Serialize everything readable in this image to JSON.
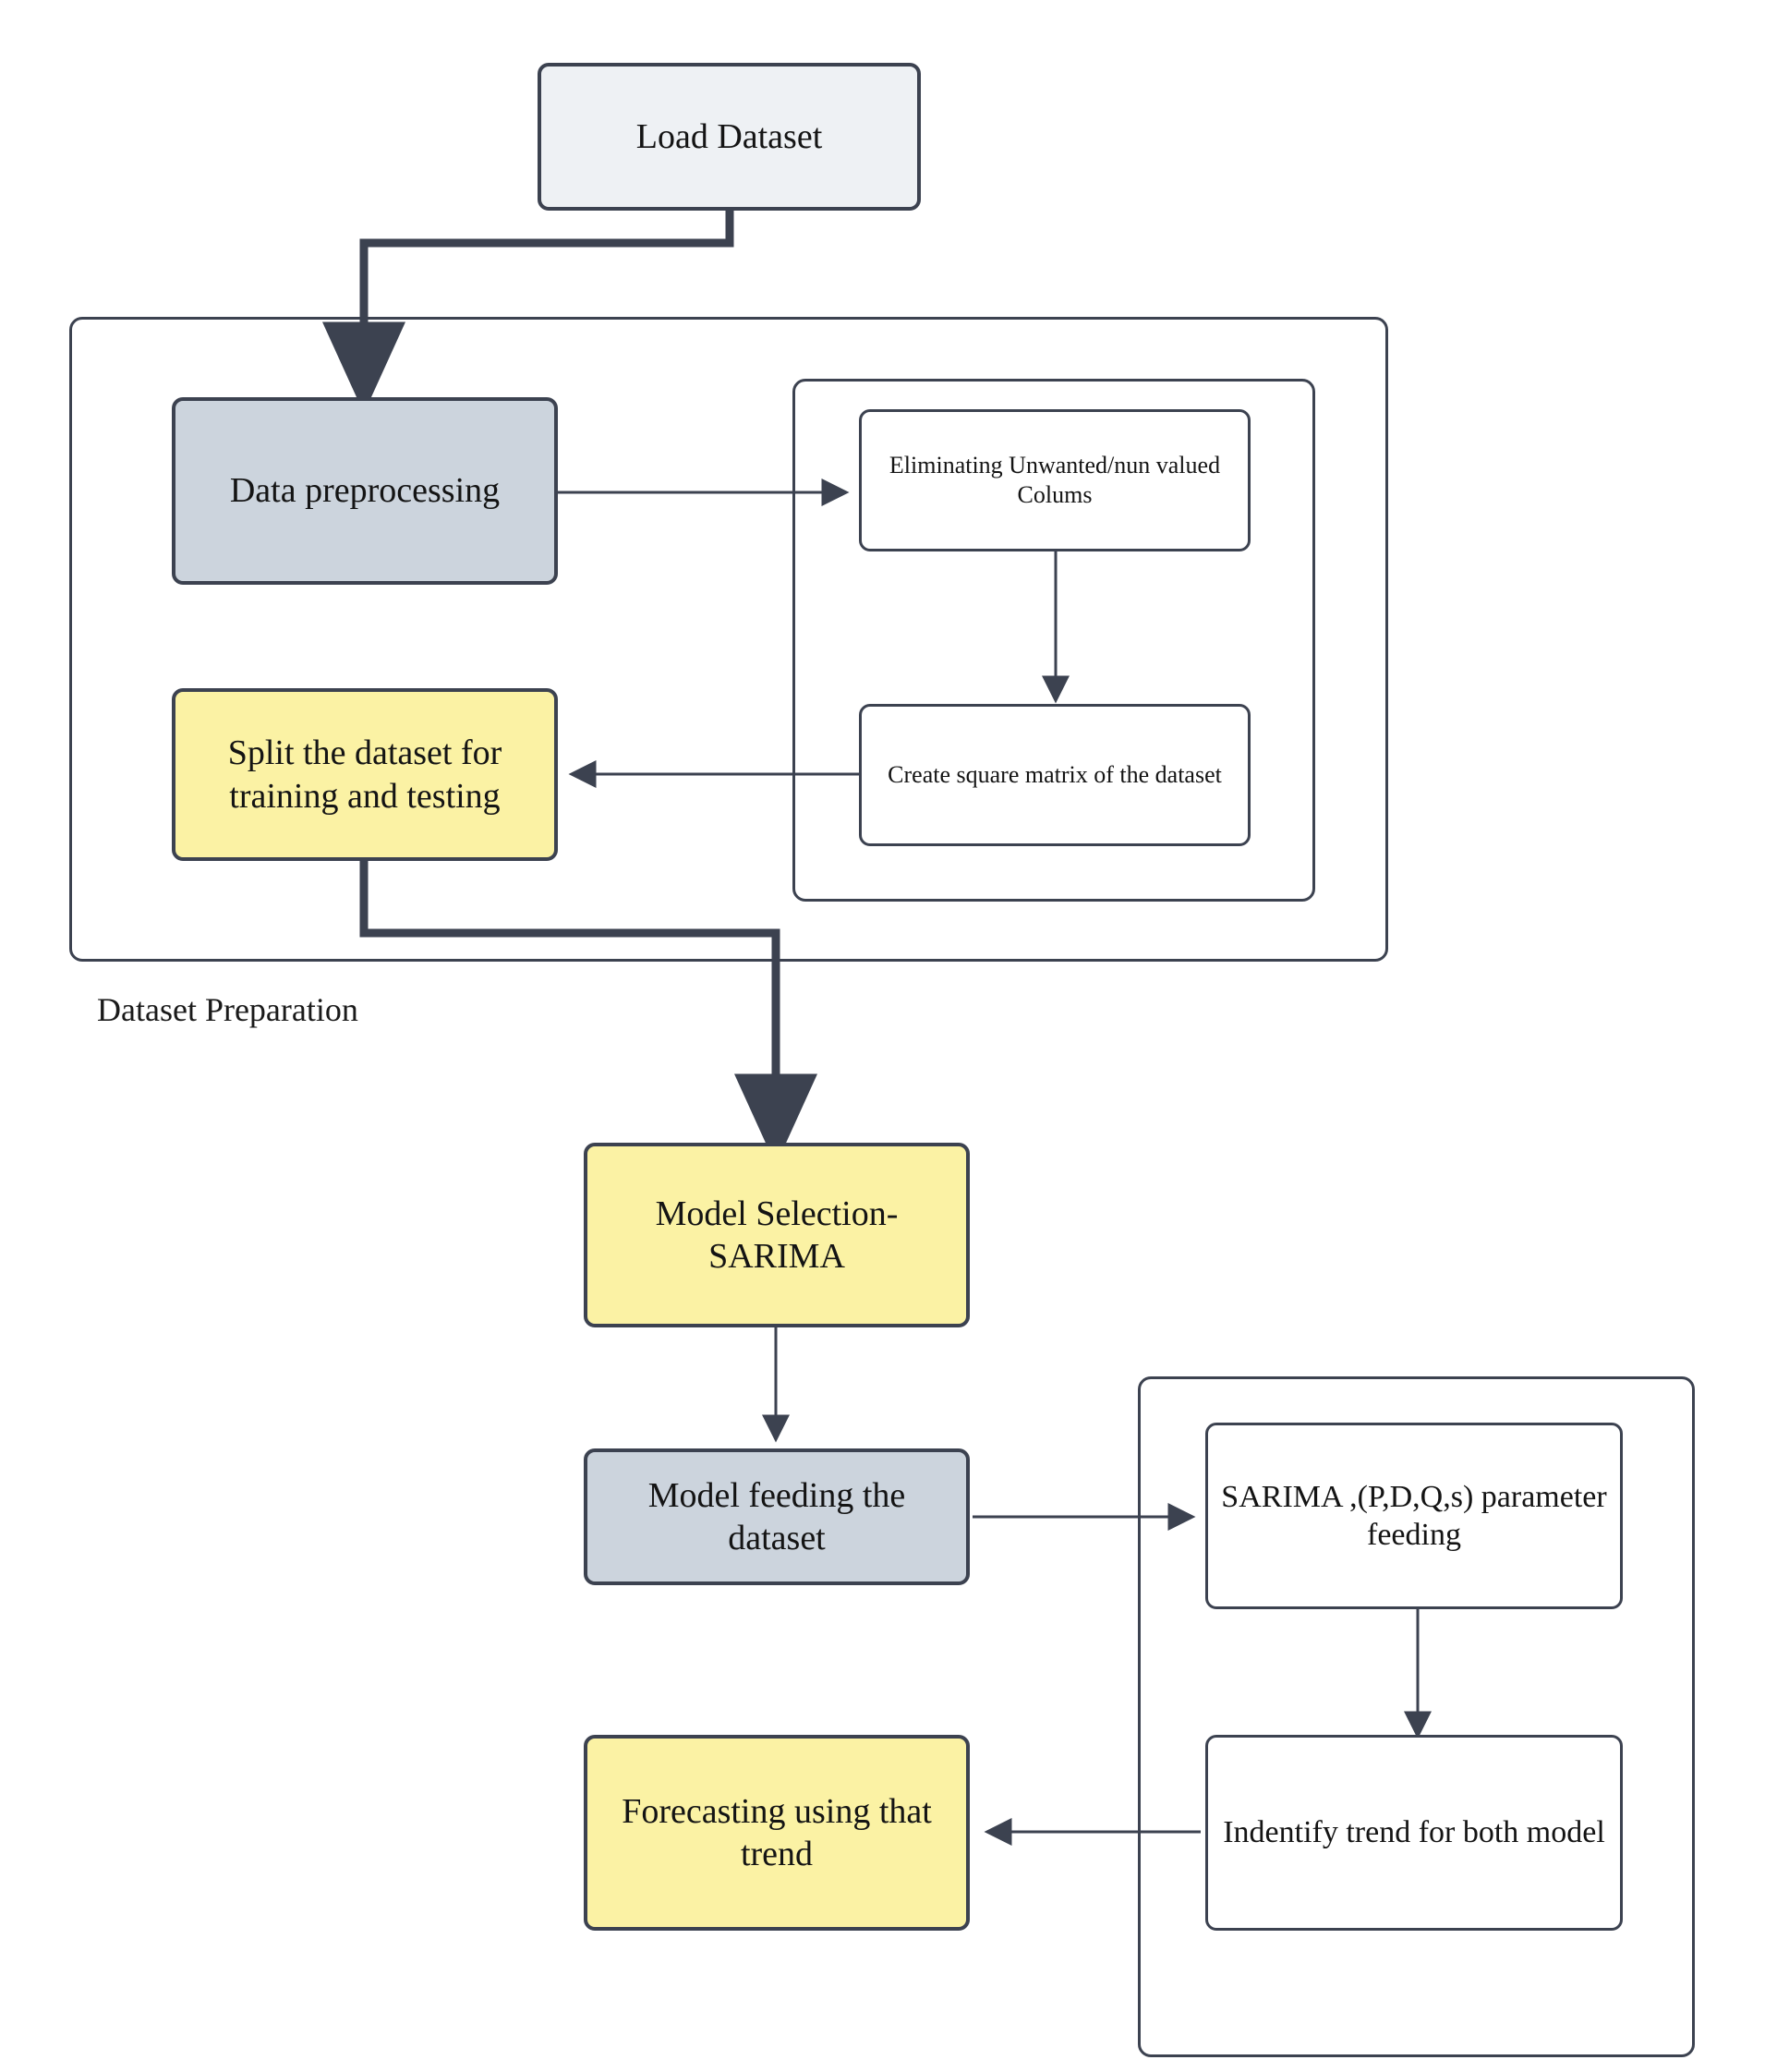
{
  "diagram": {
    "title_label": "Dataset Preparation",
    "colors": {
      "border": "#3c4250",
      "edge": "#3c4250",
      "node_grey": "#eef1f4",
      "node_blue": "#ccd4dd",
      "node_yellow": "#fbf2a4",
      "node_white": "#ffffff",
      "text": "#141414"
    },
    "nodes": {
      "load_dataset": "Load Dataset",
      "data_preprocessing": "Data preprocessing",
      "eliminating_columns": "Eliminating Unwanted/nun valued Colums",
      "create_square_matrix": "Create square matrix of the dataset",
      "split_dataset": "Split the dataset for training and testing",
      "model_selection": "Model Selection-SARIMA",
      "model_feeding": "Model feeding the dataset",
      "sarima_parameters": "SARIMA ,(P,D,Q,s) parameter feeding",
      "identify_trend": "Indentify trend for both model",
      "forecasting": "Forecasting using that trend"
    }
  }
}
